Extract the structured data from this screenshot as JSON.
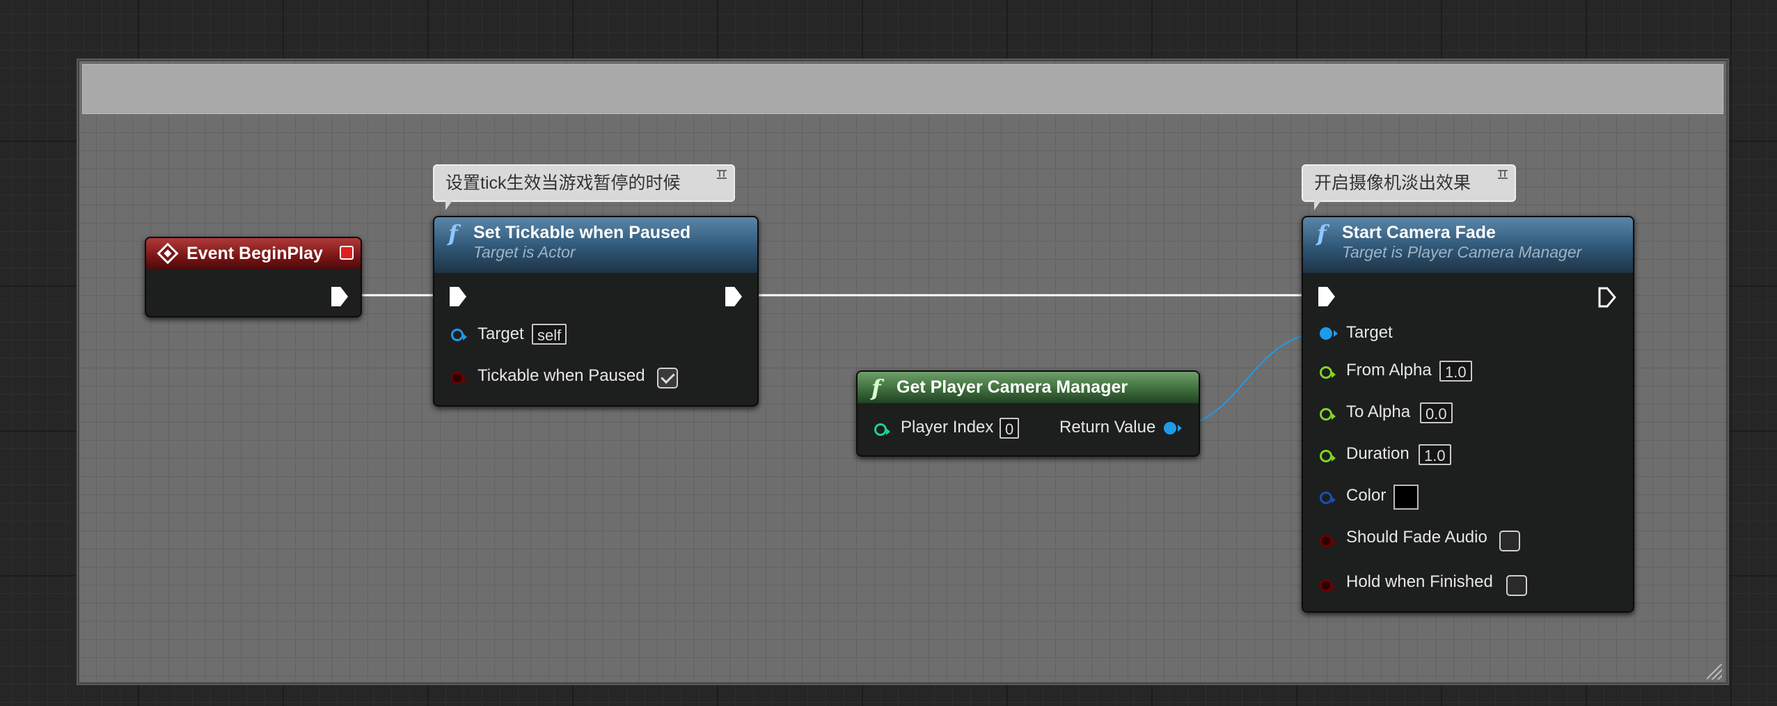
{
  "comment_box": {
    "title": ""
  },
  "comments": {
    "tickable": "设置tick生效当游戏暂停的时候",
    "fade": "开启摄像机淡出效果"
  },
  "event_node": {
    "title": "Event BeginPlay"
  },
  "set_tickable_node": {
    "title": "Set Tickable when Paused",
    "subtitle": "Target is Actor",
    "target_label": "Target",
    "target_value": "self",
    "tickable_label": "Tickable when Paused",
    "tickable_checked": true
  },
  "get_camera_node": {
    "title": "Get Player Camera Manager",
    "player_index_label": "Player Index",
    "player_index_value": "0",
    "return_label": "Return Value"
  },
  "fade_node": {
    "title": "Start Camera Fade",
    "subtitle": "Target is Player Camera Manager",
    "target_label": "Target",
    "from_alpha_label": "From Alpha",
    "from_alpha_value": "1.0",
    "to_alpha_label": "To Alpha",
    "to_alpha_value": "0.0",
    "duration_label": "Duration",
    "duration_value": "1.0",
    "color_label": "Color",
    "color_value": "#000000",
    "should_fade_audio_label": "Should Fade Audio",
    "should_fade_audio_checked": false,
    "hold_label": "Hold when Finished",
    "hold_checked": false
  },
  "colors": {
    "event_header": "#7a1515",
    "function_header": "#2f5676",
    "pure_function_header": "#3b6a3a",
    "object_pin": "#1e9be8",
    "float_pin": "#7fd427",
    "int_pin": "#1fcf9f",
    "bool_pin": "#6b0000",
    "exec_wire": "#ffffff"
  }
}
